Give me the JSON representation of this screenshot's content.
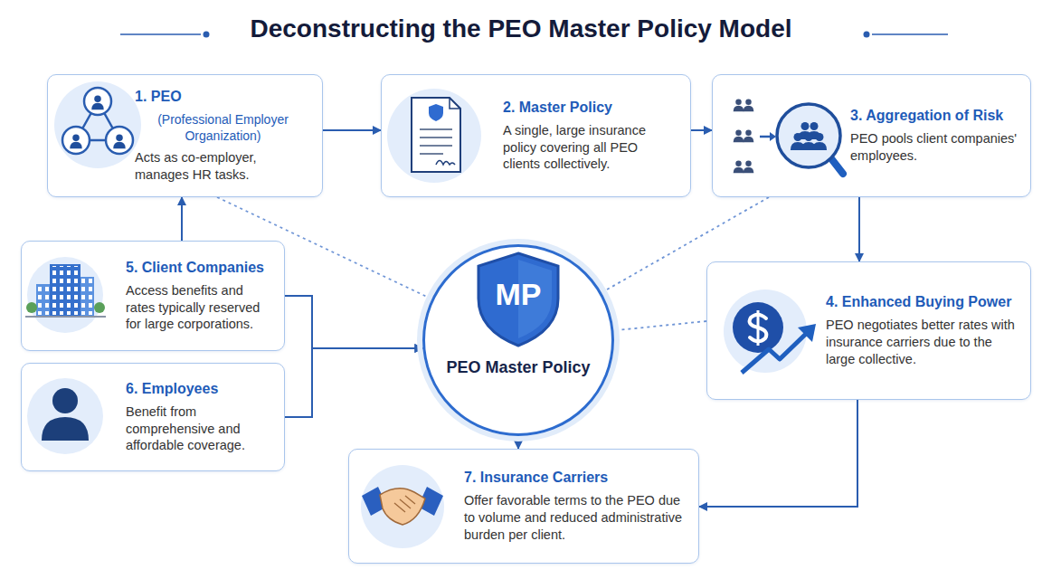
{
  "diagram": {
    "title": "Deconstructing the PEO Master Policy Model",
    "nodes": [
      {
        "text": [
          "1. PEO",
          "(Professional Employer Organization)",
          "Acts as co-employer, manages HR tasks."
        ]
      },
      {
        "text": [
          "2. Master Policy",
          "A single, large insurance policy covering all PEO clients collectively."
        ]
      },
      {
        "text": [
          "3. Aggregation of Risk",
          "PEO pools client companies' employees."
        ]
      },
      {
        "text": [
          "4. Enhanced Buying Power",
          "PEO negotiates better rates with insurance carriers due to the large collective."
        ]
      },
      {
        "text": [
          "5. Client Companies",
          "Access benefits and rates typically reserved for large corporations."
        ]
      },
      {
        "text": [
          "6. Employees",
          "Benefit from comprehensive and affordable coverage."
        ]
      },
      {
        "text": [
          "7. Insurance Carriers",
          "Offer favorable terms to the PEO due to volume and reduced administrative burden per client."
        ]
      },
      {
        "text": [
          "MP",
          "PEO Master Policy"
        ]
      }
    ],
    "edges": [
      {
        "from": 0,
        "to": 1,
        "arrow": "to"
      },
      {
        "from": 1,
        "to": 2,
        "arrow": "to"
      },
      {
        "from": 2,
        "to": 3,
        "arrow": "to"
      },
      {
        "from": 3,
        "to": 6,
        "arrow": "to"
      },
      {
        "from": 4,
        "to": 0,
        "arrow": "to"
      },
      {
        "from": 4,
        "to": 7,
        "arrow": "to"
      },
      {
        "from": 5,
        "to": 7,
        "arrow": "to"
      },
      {
        "from": 7,
        "to": 6,
        "arrow": "to"
      },
      {
        "from": 0,
        "to": 7,
        "arrow": "none"
      },
      {
        "from": 2,
        "to": 7,
        "arrow": "none"
      },
      {
        "from": 3,
        "to": 7,
        "arrow": "none"
      }
    ]
  }
}
